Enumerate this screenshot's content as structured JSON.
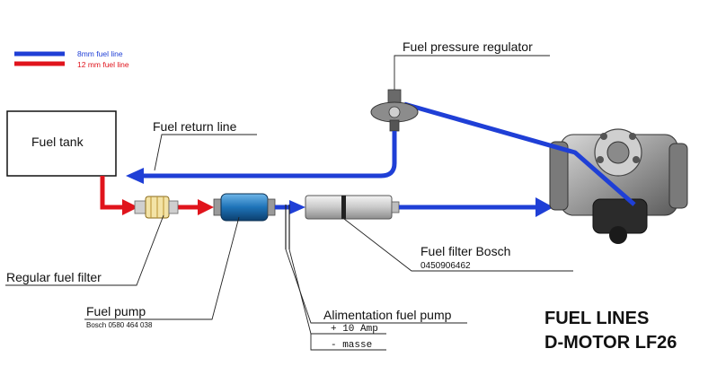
{
  "legend": {
    "blue_line": {
      "label": "8mm fuel line",
      "color": "#1f3fd6"
    },
    "red_line": {
      "label": "12 mm fuel line",
      "color": "#e0141c"
    }
  },
  "components": {
    "fuel_tank": "Fuel tank",
    "fuel_return_line": "Fuel return line",
    "fuel_pressure_regulator": "Fuel pressure regulator",
    "regular_fuel_filter": "Regular fuel filter",
    "fuel_pump": "Fuel pump",
    "fuel_pump_part": "Bosch 0580 464 038",
    "fuel_filter_bosch": "Fuel filter Bosch",
    "fuel_filter_part": "0450906462",
    "alimentation_fuel_pump": "Alimentation fuel pump",
    "plus_10_amp": "+ 10 Amp",
    "masse": "- masse"
  },
  "title": {
    "line1": "FUEL LINES",
    "line2": "D-MOTOR LF26"
  }
}
